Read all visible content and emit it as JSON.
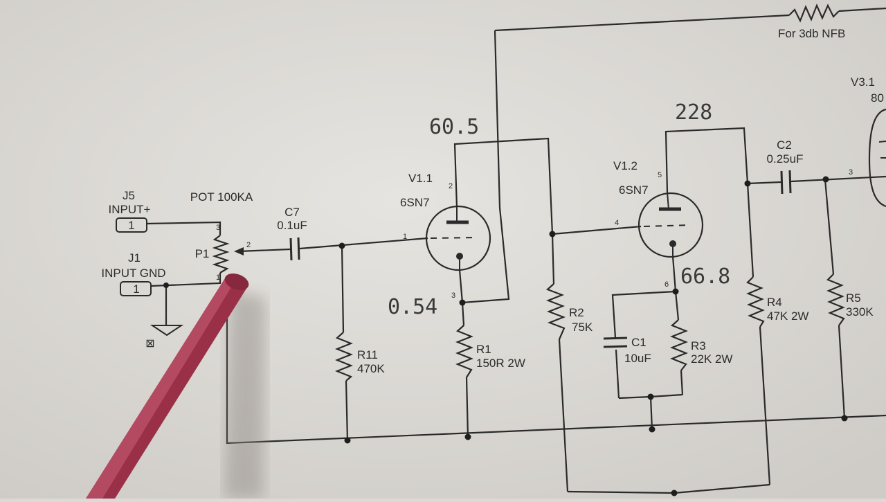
{
  "labels": {
    "j5_name": "J5",
    "j5_desc": "INPUT+",
    "j5_pin": "1",
    "j1_name": "J1",
    "j1_desc": "INPUT GND",
    "j1_pin": "1",
    "pot_desc": "POT 100KA",
    "p1_name": "P1",
    "p1_pin3": "3",
    "p1_pin2": "2",
    "p1_pin1": "1",
    "c7_name": "C7",
    "c7_value": "0.1uF",
    "v11_name": "V1.1",
    "v11_type": "6SN7",
    "v11_pin2": "2",
    "v11_pin1": "1",
    "v11_pin3": "3",
    "r11_name": "R11",
    "r11_value": "470K",
    "r1_name": "R1",
    "r1_value": "150R 2W",
    "r2_name": "R2",
    "r2_value": "75K",
    "v12_name": "V1.2",
    "v12_type": "6SN7",
    "v12_pin5": "5",
    "v12_pin4": "4",
    "v12_pin6": "6",
    "c1_name": "C1",
    "c1_value": "10uF",
    "r3_name": "R3",
    "r3_value": "22K 2W",
    "r4_name": "R4",
    "r4_value": "47K 2W",
    "c2_name": "C2",
    "c2_value": "0.25uF",
    "r5_name": "R5",
    "r5_value": "330K",
    "v31_name": "V3.1",
    "v31_type_partial": "80",
    "v31_pin3": "3",
    "nfb_note": "For 3db NFB",
    "ground_mark": "⊠"
  },
  "handwritten": {
    "v11_plate": "60.5",
    "v11_cathode": "0.54",
    "v12_plate": "228",
    "v12_cathode": "66.8"
  },
  "colors": {
    "paper": "#dcdad6",
    "ink": "#2a2a2a",
    "pointer": "#9a3048",
    "pointer_shadow": "#8b8580"
  }
}
